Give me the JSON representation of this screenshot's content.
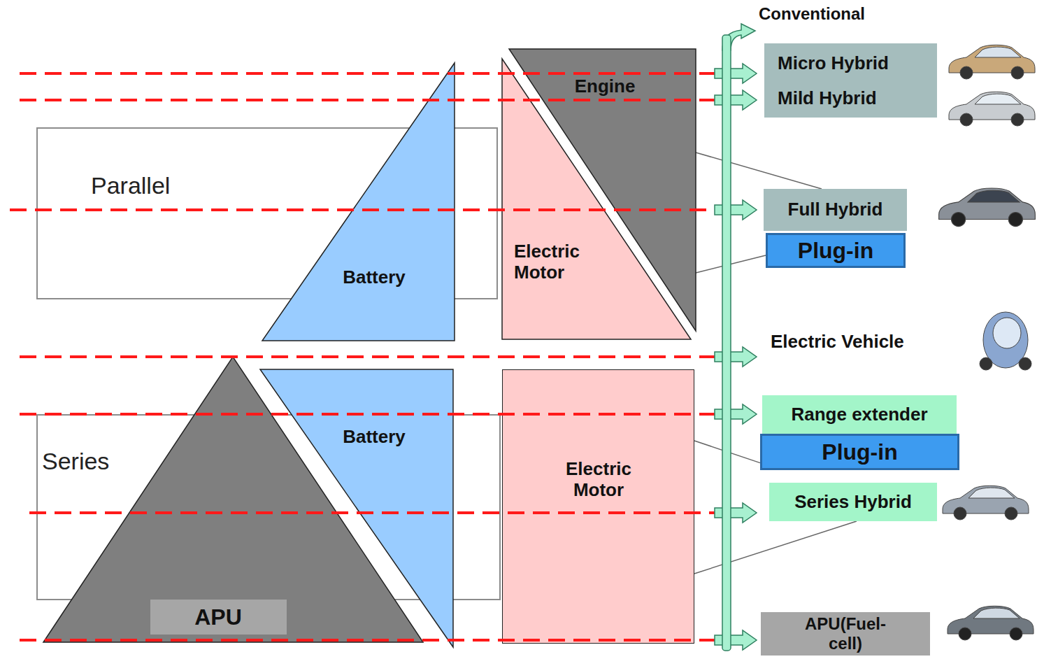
{
  "diagram": {
    "nodes": [
      {
        "text": [
          "Parallel"
        ]
      },
      {
        "text": [
          "Battery"
        ]
      },
      {
        "text": [
          "Engine"
        ]
      },
      {
        "text": [
          "Electric Motor"
        ]
      },
      {
        "text": [
          "Series"
        ]
      },
      {
        "text": [
          "APU"
        ]
      },
      {
        "text": [
          "Battery"
        ]
      },
      {
        "text": [
          "Electric Motor"
        ]
      },
      {
        "text": [
          "Micro Hybrid",
          "Mild Hybrid"
        ]
      },
      {
        "text": [
          "Full Hybrid"
        ]
      },
      {
        "text": [
          "Plug-in"
        ]
      },
      {
        "text": [
          "Range extender"
        ]
      },
      {
        "text": [
          "Plug-in"
        ]
      },
      {
        "text": [
          "Series Hybrid"
        ]
      },
      {
        "text": [
          "APU(Fuel-cell)"
        ]
      }
    ],
    "edges": [
      {
        "from": 2,
        "to": 9,
        "arrow": "none"
      },
      {
        "from": 2,
        "to": 10,
        "arrow": "none"
      },
      {
        "from": 7,
        "to": 12,
        "arrow": "none"
      },
      {
        "from": 7,
        "to": 13,
        "arrow": "none"
      }
    ],
    "labels": [
      "Conventional",
      "Electric Vehicle"
    ]
  }
}
